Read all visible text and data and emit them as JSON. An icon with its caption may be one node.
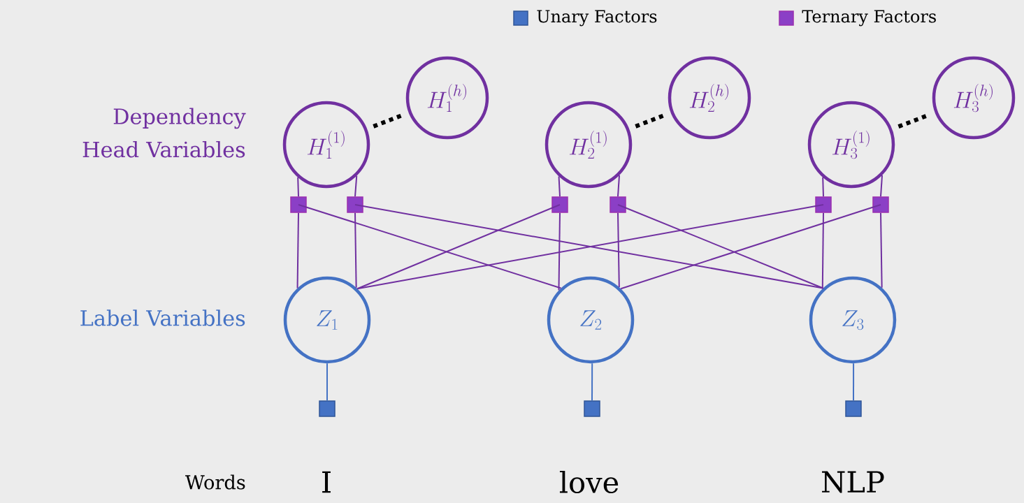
{
  "diagram": {
    "nodes": [
      {
        "text": [
          "H_1^{(1)}"
        ]
      },
      {
        "text": [
          "H_1^{(h)}"
        ]
      },
      {
        "text": [
          "H_2^{(1)}"
        ]
      },
      {
        "text": [
          "H_2^{(h)}"
        ]
      },
      {
        "text": [
          "H_3^{(1)}"
        ]
      },
      {
        "text": [
          "H_3^{(h)}"
        ]
      },
      {
        "text": [],
        "shape": "box"
      },
      {
        "text": [],
        "shape": "box"
      },
      {
        "text": [],
        "shape": "box"
      },
      {
        "text": [],
        "shape": "box"
      },
      {
        "text": [],
        "shape": "box"
      },
      {
        "text": [],
        "shape": "box"
      },
      {
        "text": [
          "Z_1"
        ]
      },
      {
        "text": [
          "Z_2"
        ]
      },
      {
        "text": [
          "Z_3"
        ]
      },
      {
        "text": [],
        "shape": "box"
      },
      {
        "text": [],
        "shape": "box"
      },
      {
        "text": [],
        "shape": "box"
      }
    ],
    "edges": [
      {
        "from": 0,
        "to": 1,
        "arrow": "none",
        "style": "dashed",
        "color": "#000000"
      },
      {
        "from": 2,
        "to": 3,
        "arrow": "none",
        "style": "dashed",
        "color": "#000000"
      },
      {
        "from": 4,
        "to": 5,
        "arrow": "none",
        "style": "dashed",
        "color": "#000000"
      },
      {
        "from": 0,
        "to": 6,
        "arrow": "none"
      },
      {
        "from": 0,
        "to": 7,
        "arrow": "none"
      },
      {
        "from": 2,
        "to": 8,
        "arrow": "none"
      },
      {
        "from": 2,
        "to": 9,
        "arrow": "none"
      },
      {
        "from": 4,
        "to": 10,
        "arrow": "none"
      },
      {
        "from": 4,
        "to": 11,
        "arrow": "none"
      },
      {
        "from": 6,
        "to": 12,
        "arrow": "none"
      },
      {
        "from": 6,
        "to": 13,
        "arrow": "none"
      },
      {
        "from": 7,
        "to": 12,
        "arrow": "none"
      },
      {
        "from": 7,
        "to": 14,
        "arrow": "none"
      },
      {
        "from": 8,
        "to": 13,
        "arrow": "none"
      },
      {
        "from": 8,
        "to": 12,
        "arrow": "none"
      },
      {
        "from": 9,
        "to": 13,
        "arrow": "none"
      },
      {
        "from": 9,
        "to": 14,
        "arrow": "none"
      },
      {
        "from": 10,
        "to": 14,
        "arrow": "none"
      },
      {
        "from": 10,
        "to": 12,
        "arrow": "none"
      },
      {
        "from": 11,
        "to": 14,
        "arrow": "none"
      },
      {
        "from": 11,
        "to": 13,
        "arrow": "none"
      },
      {
        "from": 12,
        "to": 15,
        "arrow": "none",
        "color": "#4472c4"
      },
      {
        "from": 13,
        "to": 16,
        "arrow": "none",
        "color": "#4472c4"
      },
      {
        "from": 14,
        "to": 17,
        "arrow": "none",
        "color": "#4472c4"
      }
    ],
    "labels": [
      "Dependency Head Variables",
      "Label Variables",
      "Words",
      "I",
      "love",
      "NLP"
    ],
    "legend": [
      {
        "text": "Unary Factors",
        "color": "#4472c4"
      },
      {
        "text": "Ternary Factors",
        "color": "#8b3fc6"
      }
    ]
  }
}
